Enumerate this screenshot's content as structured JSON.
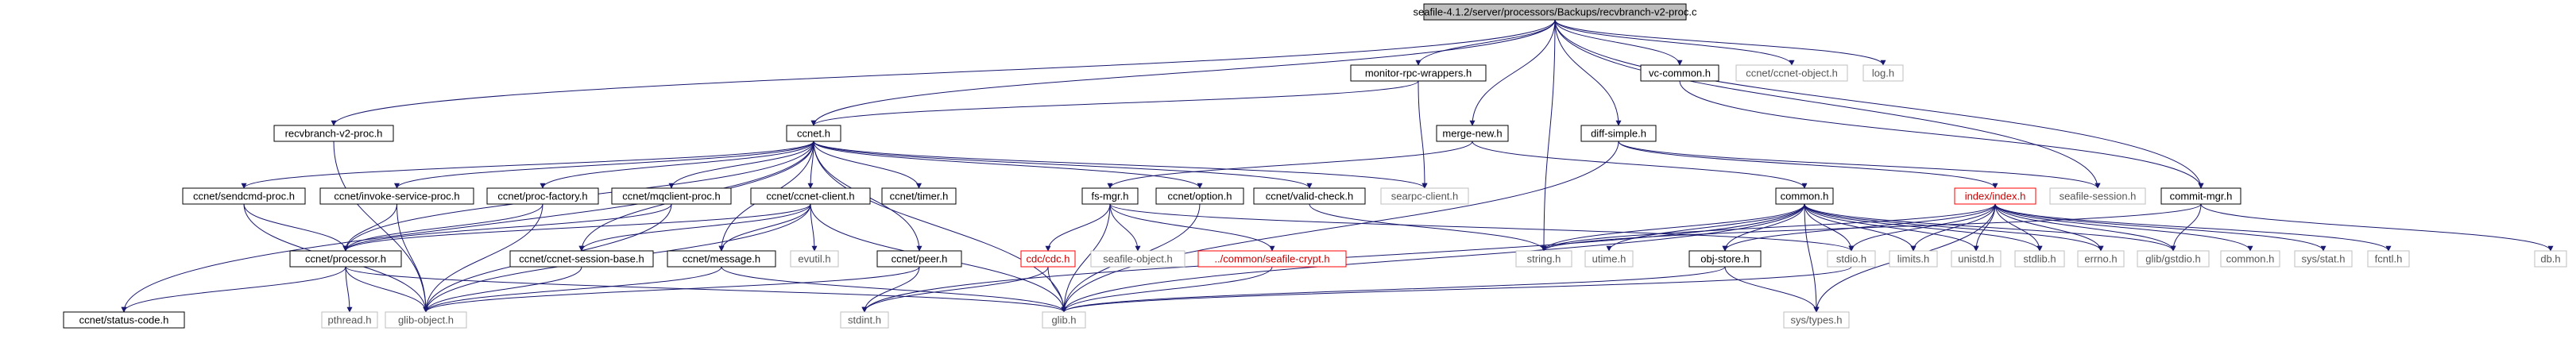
{
  "graph": {
    "title": "seafile-4.1.2/server/processors/Backups/recvbranch-v2-proc.c",
    "colors": {
      "edge": "#191970",
      "main_fill": "#bfbfbf",
      "missing_border": "#bfbfbf",
      "truncated_border": "#ff0000"
    },
    "nodes": {
      "main": "seafile-4.1.2/server/processors/Backups/recvbranch-v2-proc.c",
      "monitor_rpc": "monitor-rpc-wrappers.h",
      "vc_common": "vc-common.h",
      "ccnet_object": "ccnet/ccnet-object.h",
      "log": "log.h",
      "recvbranch_h": "recvbranch-v2-proc.h",
      "ccnet": "ccnet.h",
      "merge_new": "merge-new.h",
      "diff_simple": "diff-simple.h",
      "ccnet_sendcmd": "ccnet/sendcmd-proc.h",
      "ccnet_invoke": "ccnet/invoke-service-proc.h",
      "ccnet_procfactory": "ccnet/proc-factory.h",
      "ccnet_mqclient": "ccnet/mqclient-proc.h",
      "ccnet_client": "ccnet/ccnet-client.h",
      "ccnet_timer": "ccnet/timer.h",
      "fs_mgr": "fs-mgr.h",
      "ccnet_option": "ccnet/option.h",
      "ccnet_validcheck": "ccnet/valid-check.h",
      "searpc_client": "searpc-client.h",
      "common": "common.h",
      "index": "index/index.h",
      "seafile_session": "seafile-session.h",
      "commit_mgr": "commit-mgr.h",
      "ccnet_processor": "ccnet/processor.h",
      "ccnet_sessionbase": "ccnet/ccnet-session-base.h",
      "ccnet_message": "ccnet/message.h",
      "evutil": "evutil.h",
      "ccnet_peer": "ccnet/peer.h",
      "cdc": "cdc/cdc.h",
      "seafile_object": "seafile-object.h",
      "seafile_crypt": "../common/seafile-crypt.h",
      "string": "string.h",
      "utime": "utime.h",
      "obj_store": "obj-store.h",
      "stdio": "stdio.h",
      "limits": "limits.h",
      "unistd": "unistd.h",
      "stdlib": "stdlib.h",
      "errno": "errno.h",
      "glib_gstdio": "glib/gstdio.h",
      "common_h2": "common.h",
      "sys_stat": "sys/stat.h",
      "fcntl": "fcntl.h",
      "db": "db.h",
      "ccnet_statuscode": "ccnet/status-code.h",
      "pthread": "pthread.h",
      "glib_object": "glib-object.h",
      "stdint": "stdint.h",
      "glib": "glib.h",
      "sys_types": "sys/types.h"
    }
  }
}
